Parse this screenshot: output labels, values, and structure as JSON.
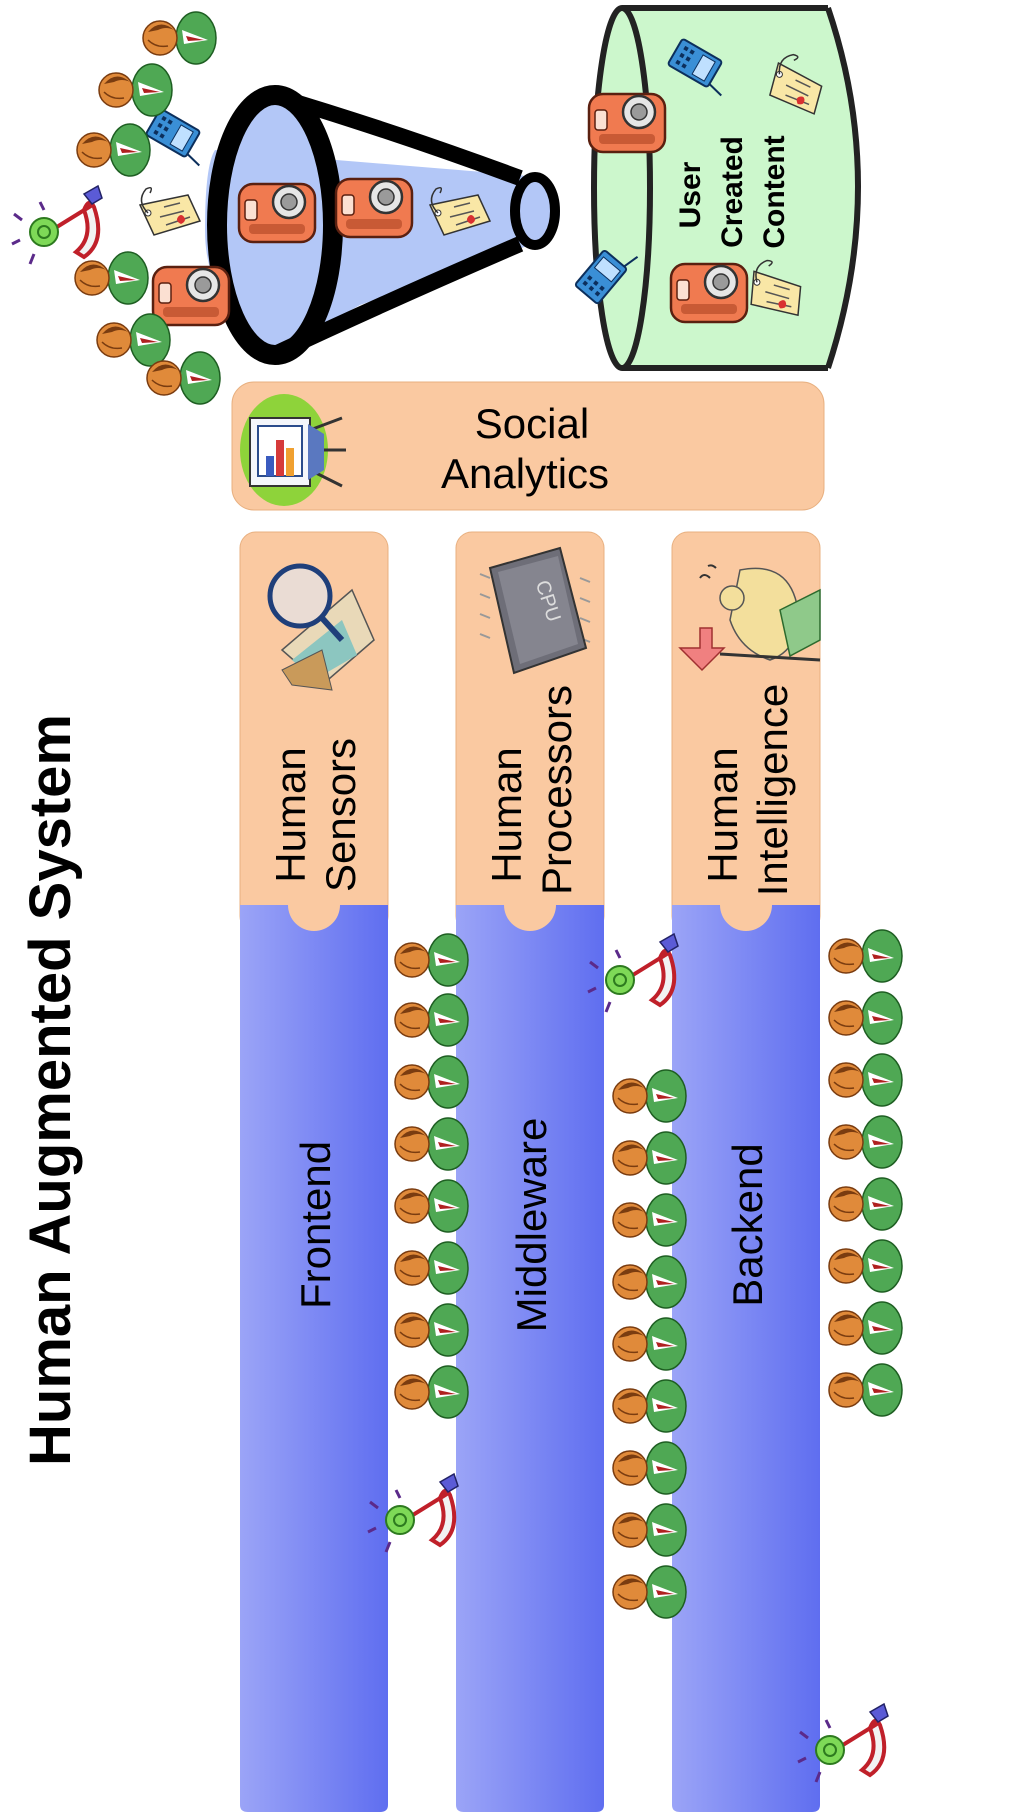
{
  "title": "Human Augmented System",
  "store": {
    "lines": [
      "User",
      "Created",
      "Content"
    ]
  },
  "analytics": {
    "lines": [
      "Social",
      "Analytics"
    ]
  },
  "tiers": [
    {
      "name": "Frontend",
      "header": [
        "Human",
        "Sensors"
      ],
      "icon": "magnifier-icon"
    },
    {
      "name": "Middleware",
      "header": [
        "Human",
        "Processors"
      ],
      "icon": "cpu-chip-icon"
    },
    {
      "name": "Backend",
      "header": [
        "Human",
        "Intelligence"
      ],
      "icon": "thinker-icon"
    }
  ],
  "colors": {
    "orange_header": "#FAC9A1",
    "blue_body": "#7B86F2",
    "store_fill": "#CCF7CC",
    "funnel_fill": "#B3C7F7",
    "person_head": "#E08A3A",
    "person_body": "#3E9E45"
  },
  "icons": [
    "person-icon",
    "mobile-phone-icon",
    "camera-icon",
    "price-tag-icon",
    "lollipop-icon",
    "funnel-icon",
    "chart-board-icon"
  ]
}
